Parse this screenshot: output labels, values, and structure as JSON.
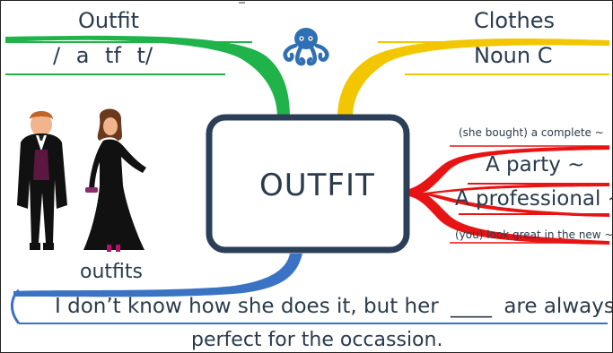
{
  "center": {
    "label": "OUTFIT",
    "border_color": "#2b3f58"
  },
  "branches": {
    "top_left": {
      "label": "Outfit",
      "sub": "/ a tf t/",
      "color": "#1fb34a"
    },
    "top_right": {
      "label": "Clothes",
      "sub": "Noun C",
      "color": "#f2c600"
    },
    "right": {
      "color": "#e81414",
      "items": [
        "(she bought) a complete ~",
        "A party ~",
        "A professional ~",
        "(you) look great in the new ~"
      ]
    },
    "bottom": {
      "label": "outfits",
      "sentence_line1": "I don’t know how she does it, but her",
      "blank": "____",
      "sentence_line1_end": "are always",
      "sentence_line2": "perfect for the occassion.",
      "color": "#3a72c4"
    }
  },
  "logo": {
    "icon": "octopus-icon",
    "color": "#2f6fb3"
  },
  "illustration": {
    "icon": "couple-formal-wear-icon"
  }
}
